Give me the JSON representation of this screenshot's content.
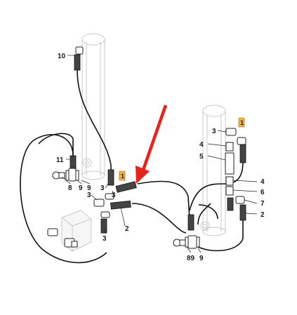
{
  "accent_color": "#e8231c",
  "tag_color": "#f6b43c",
  "callouts": [
    {
      "id": "c10",
      "label": "10"
    },
    {
      "id": "c11",
      "label": "11"
    },
    {
      "id": "c8a",
      "label": "8"
    },
    {
      "id": "c9a",
      "label": "9"
    },
    {
      "id": "c9b",
      "label": "9"
    },
    {
      "id": "c3a",
      "label": "3"
    },
    {
      "id": "c3b",
      "label": "3"
    },
    {
      "id": "c3c",
      "label": "3"
    },
    {
      "id": "c3d",
      "label": "3"
    },
    {
      "id": "c2a",
      "label": "2"
    },
    {
      "id": "c1a",
      "label": "1"
    },
    {
      "id": "c3e",
      "label": "3"
    },
    {
      "id": "c1b",
      "label": "1"
    },
    {
      "id": "c4a",
      "label": "4"
    },
    {
      "id": "c5",
      "label": "5"
    },
    {
      "id": "c4b",
      "label": "4"
    },
    {
      "id": "c6",
      "label": "6"
    },
    {
      "id": "c7",
      "label": "7"
    },
    {
      "id": "c2b",
      "label": "2"
    },
    {
      "id": "c89",
      "label": "89"
    },
    {
      "id": "c9c",
      "label": "9"
    }
  ]
}
